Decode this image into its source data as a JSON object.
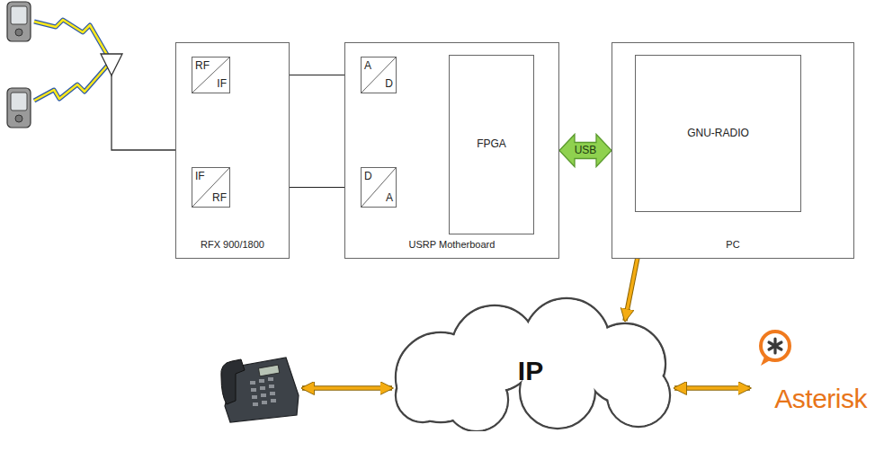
{
  "diagram": {
    "nodes": [
      {
        "text": [
          "RFX 900/1800"
        ]
      },
      {
        "text": [
          "RF",
          "IF"
        ],
        "in": 0
      },
      {
        "text": [
          "IF",
          "RF"
        ],
        "in": 0
      },
      {
        "text": [
          "USRP Motherboard"
        ]
      },
      {
        "text": [
          "A",
          "D"
        ],
        "in": 3
      },
      {
        "text": [
          "D",
          "A"
        ],
        "in": 3
      },
      {
        "text": [
          "FPGA"
        ],
        "in": 3
      },
      {
        "text": [
          "PC"
        ]
      },
      {
        "text": [
          "GNU-RADIO"
        ],
        "in": 7
      },
      {
        "text": [
          "IP"
        ]
      },
      {
        "text": [
          "Asterisk"
        ]
      }
    ],
    "edges": [
      {
        "from": 1,
        "to": 4,
        "arrow": "to"
      },
      {
        "from": 4,
        "to": 6,
        "arrow": "to"
      },
      {
        "from": 6,
        "to": 5,
        "arrow": "to"
      },
      {
        "from": 5,
        "to": 2,
        "arrow": "to"
      },
      {
        "from": 3,
        "to": 7,
        "label": "USB",
        "arrow": "both"
      },
      {
        "from": 8,
        "to": 9,
        "arrow": "both"
      },
      {
        "from": 9,
        "to": 10,
        "arrow": "both"
      }
    ]
  }
}
